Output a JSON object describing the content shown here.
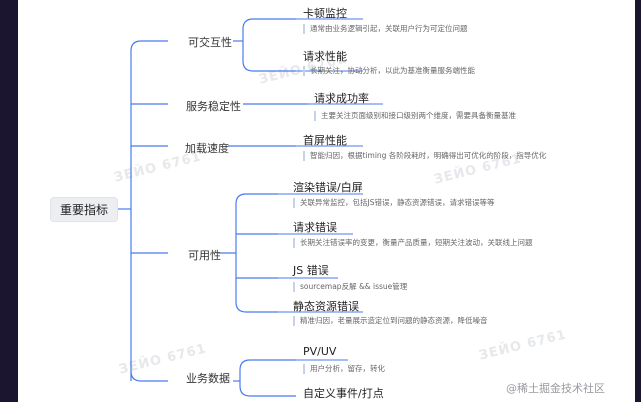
{
  "root": "重要指标",
  "categories": [
    {
      "label": "可交互性",
      "items": [
        {
          "title": "卡顿监控",
          "note": "通常由业务逻辑引起，关联用户行为可定位问题"
        },
        {
          "title": "请求性能",
          "note": "长期关注，协动分析，以此为基准衡量服务端性能"
        }
      ]
    },
    {
      "label": "服务稳定性",
      "items": [
        {
          "title": "请求成功率",
          "note": "主要关注页面级别和接口级别两个维度，需要具备衡量基准"
        }
      ]
    },
    {
      "label": "加载速度",
      "items": [
        {
          "title": "首屏性能",
          "note": "智能归因，根据timing 各阶段耗时，明确得出可优化的阶段，指导优化"
        }
      ]
    },
    {
      "label": "可用性",
      "items": [
        {
          "title": "渲染错误/白屏",
          "note": "关联异常监控，包括JS错误，静态资源错误，请求错误等等"
        },
        {
          "title": "请求错误",
          "note": "长期关注错误率的变更，衡量产品质量，短期关注波动，关联线上问题"
        },
        {
          "title": "JS 错误",
          "note": "sourcemap反解 && issue管理"
        },
        {
          "title": "静态资源错误",
          "note": "精准归因，老量展示造定位到问题的静态资源，降低噪音"
        }
      ]
    },
    {
      "label": "业务数据",
      "items": [
        {
          "title": "PV/UV",
          "note": "用户分析，留存，转化"
        },
        {
          "title": "自定义事件/打点",
          "note": ""
        }
      ]
    }
  ],
  "watermark": "ЗЕЙО 6761",
  "footer": "@稀土掘金技术社区",
  "colors": {
    "line": "#4a7bf0",
    "root_bg": "#eceef2"
  }
}
